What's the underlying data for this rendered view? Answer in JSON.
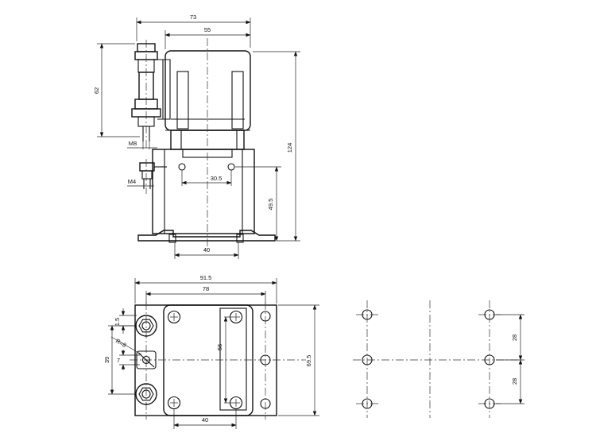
{
  "side_view": {
    "dim_overall_width": "73",
    "dim_body_width": "55",
    "dim_terminal_height": "62",
    "dim_terminal_thread": "M8",
    "dim_aux_thread": "M4",
    "dim_hole_spacing": "30.5",
    "dim_overall_height": "124",
    "dim_mount_height": "49.5",
    "dim_base_width": "40"
  },
  "top_view": {
    "dim_overall_width": "91.5",
    "dim_body_width": "78",
    "dim_offset": "1.5",
    "dim_radius": "R=8",
    "dim_small": "7",
    "dim_terminal_spacing": "39",
    "dim_hole_spacing": "56",
    "dim_overall_depth": "69.5",
    "dim_base_hole_spacing": "40"
  },
  "mounting_pattern": {
    "dim_upper_pitch": "28",
    "dim_lower_pitch": "28"
  }
}
